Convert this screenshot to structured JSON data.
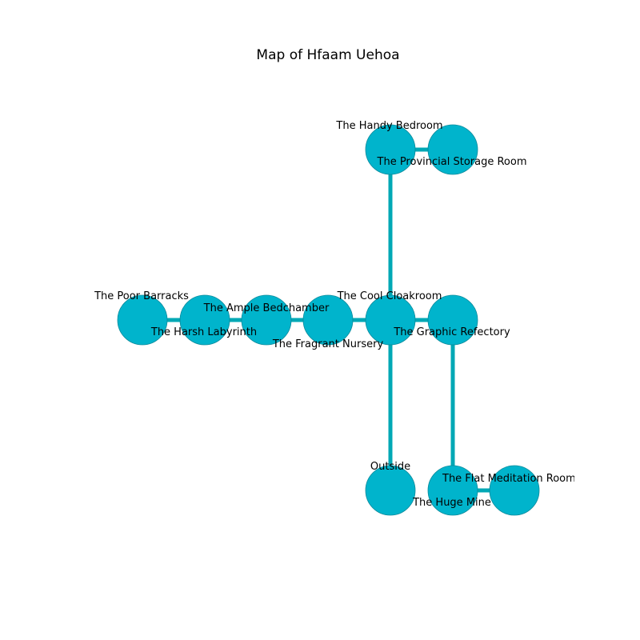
{
  "title": "Map of Hfaam Uehoa",
  "colors": {
    "edge": "#00a8b5",
    "node": "#00b4cc",
    "node_border": "#0a8a9b"
  },
  "rooms": [
    {
      "id": "handy-bedroom",
      "label": "The Handy Bedroom"
    },
    {
      "id": "provincial-storage-room",
      "label": "The Provincial Storage Room"
    },
    {
      "id": "poor-barracks",
      "label": "The Poor Barracks"
    },
    {
      "id": "harsh-labyrinth",
      "label": "The Harsh Labyrinth"
    },
    {
      "id": "ample-bedchamber",
      "label": "The Ample Bedchamber"
    },
    {
      "id": "fragrant-nursery",
      "label": "The Fragrant Nursery"
    },
    {
      "id": "cool-cloakroom",
      "label": "The Cool Cloakroom"
    },
    {
      "id": "graphic-refectory",
      "label": "The Graphic Refectory"
    },
    {
      "id": "outside",
      "label": "Outside"
    },
    {
      "id": "huge-mine",
      "label": "The Huge Mine"
    },
    {
      "id": "flat-meditation-room",
      "label": "The Flat Meditation Room"
    }
  ],
  "connections": [
    [
      "handy-bedroom",
      "provincial-storage-room"
    ],
    [
      "handy-bedroom",
      "cool-cloakroom"
    ],
    [
      "poor-barracks",
      "harsh-labyrinth"
    ],
    [
      "harsh-labyrinth",
      "ample-bedchamber"
    ],
    [
      "ample-bedchamber",
      "fragrant-nursery"
    ],
    [
      "fragrant-nursery",
      "cool-cloakroom"
    ],
    [
      "cool-cloakroom",
      "graphic-refectory"
    ],
    [
      "cool-cloakroom",
      "outside"
    ],
    [
      "graphic-refectory",
      "huge-mine"
    ],
    [
      "huge-mine",
      "flat-meditation-room"
    ]
  ]
}
